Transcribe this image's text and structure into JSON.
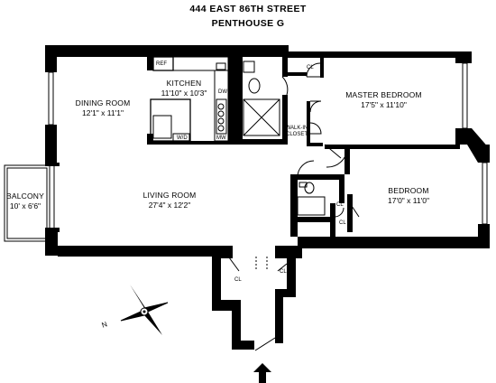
{
  "header": {
    "address": "444 EAST 86TH STREET",
    "unit": "PENTHOUSE G"
  },
  "rooms": {
    "kitchen": {
      "name": "KITCHEN",
      "dims": "11'10\" x 10'3\""
    },
    "dining": {
      "name": "DINING ROOM",
      "dims": "12'1\" x 11'1\""
    },
    "master": {
      "name": "MASTER BEDROOM",
      "dims": "17'5\" x 11'10\""
    },
    "living": {
      "name": "LIVING ROOM",
      "dims": "27'4\" x 12'2\""
    },
    "bedroom": {
      "name": "BEDROOM",
      "dims": "17'0\" x 11'0\""
    },
    "balcony": {
      "name": "BALCONY",
      "dims": "10' x 6'6\""
    }
  },
  "fixtures": {
    "ref": "REF",
    "dw": "DW",
    "w_d": "W/D",
    "micro": "MW",
    "cl": "CL",
    "walk_in_1": "WALK-IN",
    "walk_in_2": "CLOSET"
  },
  "compass": {
    "north": "N"
  }
}
